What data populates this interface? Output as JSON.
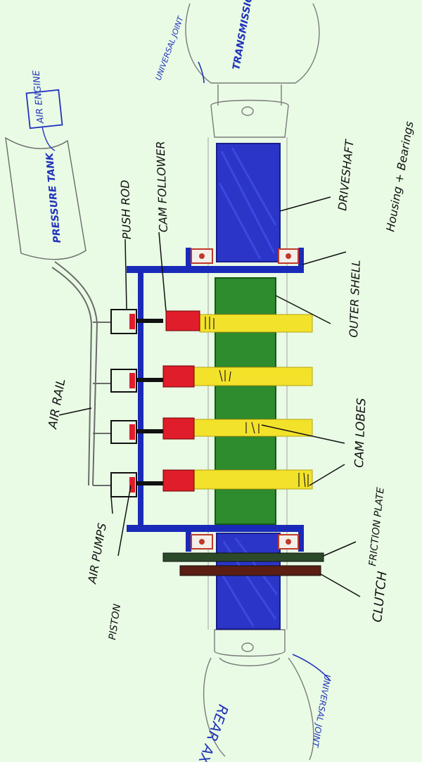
{
  "labels": {
    "air_engine": "AIR ENGINE",
    "pressure_tank": "PRESSURE TANK",
    "universal_joint_top": "UNIVERSAL JOINT",
    "transmission": "TRANSMISSION",
    "housing_bearings": "Housing + Bearings",
    "drive_shaft": "DRIVESHAFT",
    "push_rod": "PUSH ROD",
    "cam_follower": "CAM FOLLOWER",
    "outer_shell": "OUTER SHELL",
    "air_rail": "AIR RAIL",
    "cam_lobes": "CAM LOBES",
    "friction_plate": "FRICTION PLATE",
    "air_pumps": "AIR PUMPS",
    "clutch": "CLUTCH",
    "piston": "PISTON",
    "rear_axle": "REAR AXLE",
    "universal_joint_bottom": "UNIVERSAL JOINT"
  },
  "colors": {
    "background": "#e9fbe5",
    "drive_shaft": "#2b35c8",
    "frame": "#1a2ab8",
    "cam_lobe": "#f3e22a",
    "outer_shell": "#2e8b2e",
    "pump": "#e01d2a",
    "friction_plate": "#2c4a2a",
    "clutch": "#5a1e12",
    "ink": "#111111",
    "blue_ink": "#2233bb",
    "pencil": "#777777"
  }
}
